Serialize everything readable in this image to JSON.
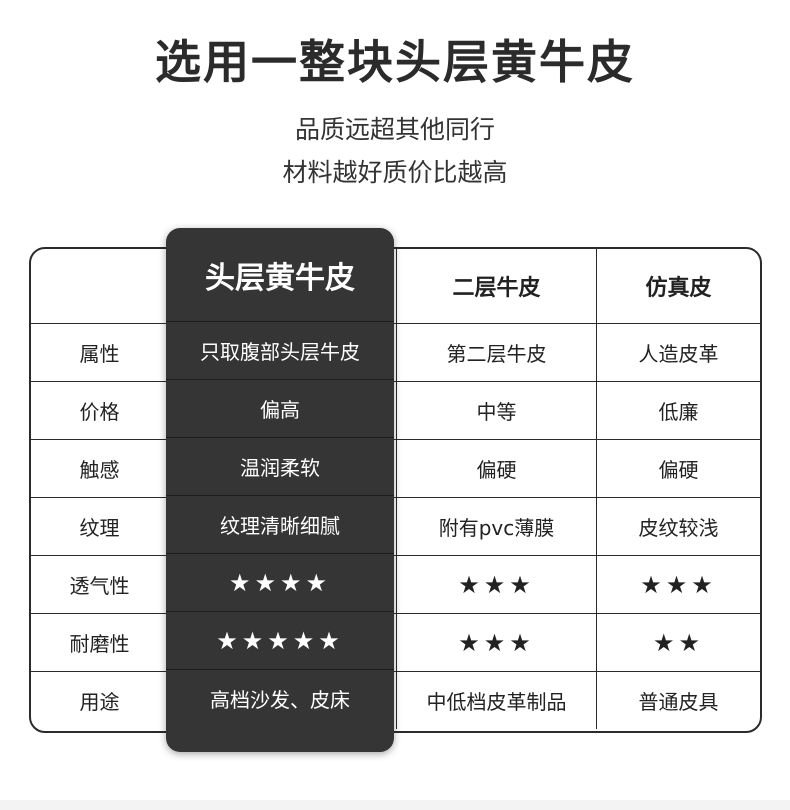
{
  "header": {
    "title": "选用一整块头层黄牛皮",
    "subtitle_line1": "品质远超其他同行",
    "subtitle_line2": "材料越好质价比越高"
  },
  "table": {
    "columns": [
      "",
      "头层黄牛皮",
      "二层牛皮",
      "仿真皮"
    ],
    "rows": [
      {
        "label": "属性",
        "values": [
          "只取腹部头层牛皮",
          "第二层牛皮",
          "人造皮革"
        ]
      },
      {
        "label": "价格",
        "values": [
          "偏高",
          "中等",
          "低廉"
        ]
      },
      {
        "label": "触感",
        "values": [
          "温润柔软",
          "偏硬",
          "偏硬"
        ]
      },
      {
        "label": "纹理",
        "values": [
          "纹理清晰细腻",
          "附有pvc薄膜",
          "皮纹较浅"
        ]
      },
      {
        "label": "透气性",
        "values": [
          "★★★★",
          "★★★",
          "★★★"
        ]
      },
      {
        "label": "耐磨性",
        "values": [
          "★★★★★",
          "★★★",
          "★★"
        ]
      },
      {
        "label": "用途",
        "values": [
          "高档沙发、皮床",
          "中低档皮革制品",
          "普通皮具"
        ]
      }
    ]
  },
  "colors": {
    "highlight": "#353535",
    "border": "#2b2b2b",
    "text": "#222222"
  }
}
